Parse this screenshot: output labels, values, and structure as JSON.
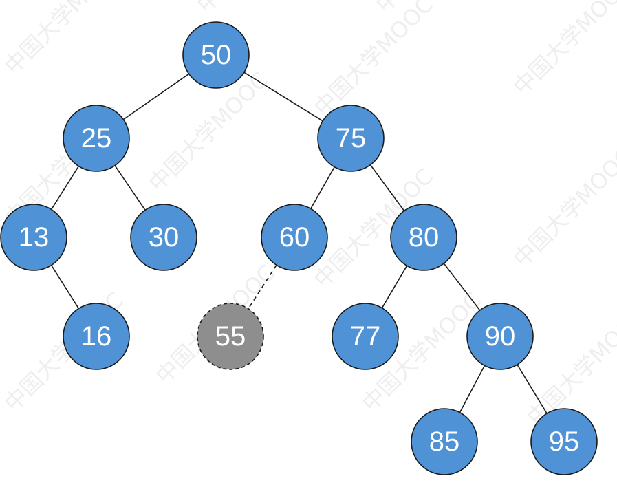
{
  "colors": {
    "node_fill": "#4f93d6",
    "pending_fill": "#8e8e8e",
    "edge": "#1a1a1a",
    "label": "#ffffff"
  },
  "watermark": "中国大学MOOC",
  "nodes": [
    {
      "id": "n50",
      "label": "50",
      "state": "normal"
    },
    {
      "id": "n25",
      "label": "25",
      "state": "normal"
    },
    {
      "id": "n75",
      "label": "75",
      "state": "normal"
    },
    {
      "id": "n13",
      "label": "13",
      "state": "normal"
    },
    {
      "id": "n30",
      "label": "30",
      "state": "normal"
    },
    {
      "id": "n60",
      "label": "60",
      "state": "normal"
    },
    {
      "id": "n80",
      "label": "80",
      "state": "normal"
    },
    {
      "id": "n16",
      "label": "16",
      "state": "normal"
    },
    {
      "id": "n55",
      "label": "55",
      "state": "pending"
    },
    {
      "id": "n77",
      "label": "77",
      "state": "normal"
    },
    {
      "id": "n90",
      "label": "90",
      "state": "normal"
    },
    {
      "id": "n85",
      "label": "85",
      "state": "normal"
    },
    {
      "id": "n95",
      "label": "95",
      "state": "normal"
    }
  ],
  "edges": [
    {
      "from": "n50",
      "to": "n25",
      "style": "solid"
    },
    {
      "from": "n50",
      "to": "n75",
      "style": "solid"
    },
    {
      "from": "n25",
      "to": "n13",
      "style": "solid"
    },
    {
      "from": "n25",
      "to": "n30",
      "style": "solid"
    },
    {
      "from": "n75",
      "to": "n60",
      "style": "solid"
    },
    {
      "from": "n75",
      "to": "n80",
      "style": "solid"
    },
    {
      "from": "n13",
      "to": "n16",
      "style": "solid"
    },
    {
      "from": "n60",
      "to": "n55",
      "style": "dashed"
    },
    {
      "from": "n80",
      "to": "n77",
      "style": "solid"
    },
    {
      "from": "n80",
      "to": "n90",
      "style": "solid"
    },
    {
      "from": "n90",
      "to": "n85",
      "style": "solid"
    },
    {
      "from": "n90",
      "to": "n95",
      "style": "solid"
    }
  ]
}
